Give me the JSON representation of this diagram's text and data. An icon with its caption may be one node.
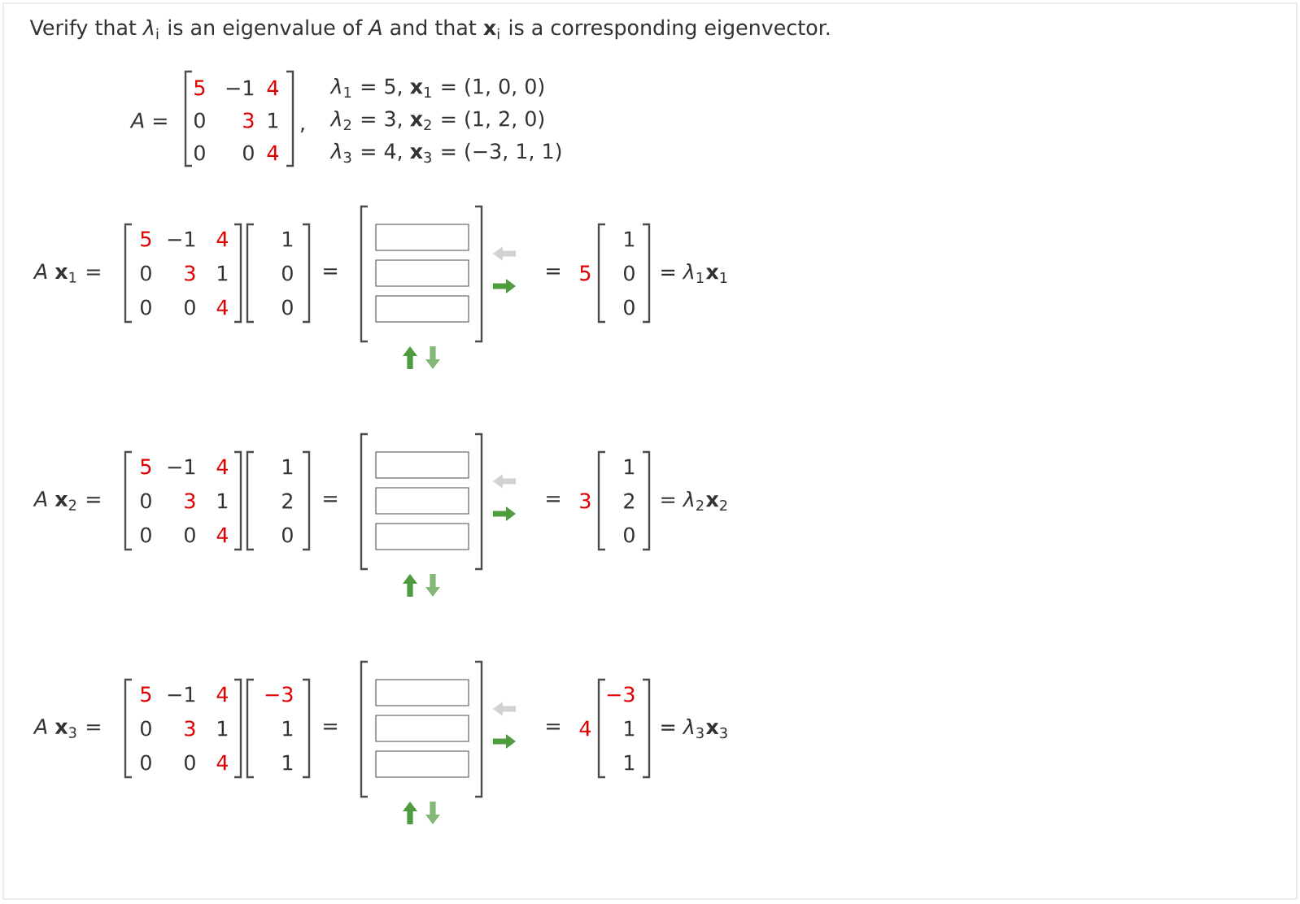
{
  "diagram": {
    "title": "Verify that *λ*$_{i}$ is an eigenvalue of *A* and that **x**$_{i}$ is a corresponding eigenvector.",
    "labels": [
      "*A* =",
      "5",
      "−1",
      "4",
      "0",
      "3",
      "1",
      "0",
      "0",
      "4",
      ",",
      "*λ*$_{1}$ = 5, **x**$_{1}$ = (1, 0, 0)",
      "*λ*$_{2}$ = 3, **x**$_{2}$ = (1, 2, 0)",
      "*λ*$_{3}$ = 4, **x**$_{3}$ = (−3, 1, 1)",
      "*A* **x**$_{1}$ =",
      "5",
      "−1",
      "4",
      "0",
      "3",
      "1",
      "0",
      "0",
      "4",
      "1",
      "0",
      "0",
      "=",
      "=",
      "5",
      "1",
      "0",
      "0",
      "= *λ*$_{1}$**x**$_{1}$",
      "*A* **x**$_{2}$ =",
      "5",
      "−1",
      "4",
      "0",
      "3",
      "1",
      "0",
      "0",
      "4",
      "1",
      "2",
      "0",
      "=",
      "=",
      "3",
      "1",
      "2",
      "0",
      "= *λ*$_{2}$**x**$_{2}$",
      "*A* **x**$_{3}$ =",
      "5",
      "−1",
      "4",
      "0",
      "3",
      "1",
      "0",
      "0",
      "4",
      "−3",
      "1",
      "1",
      "=",
      "=",
      "4",
      "−3",
      "1",
      "1",
      "= *λ*$_{3}$**x**$_{3}$"
    ]
  }
}
